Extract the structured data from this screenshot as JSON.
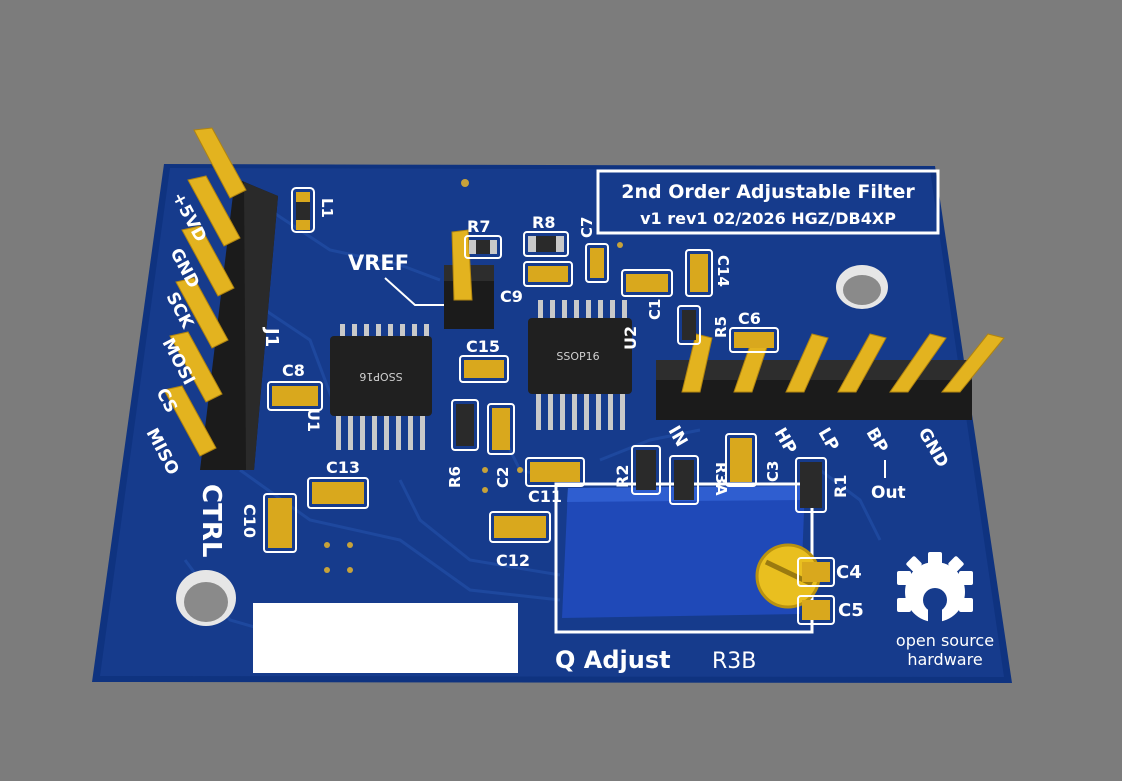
{
  "board": {
    "title": "2nd Order Adjustable Filter",
    "revision": "v1 rev1 02/2026 HGZ/DB4XP",
    "colors": {
      "background": "#7c7c7c",
      "pcb": "#123a86",
      "silkscreen": "#ffffff",
      "gold": "#e1b21e",
      "trimmer": "#1f49b8"
    }
  },
  "labels": {
    "vref": "VREF",
    "j1": "J1",
    "ctrl": "CTRL",
    "out": "Out",
    "q_adjust": "Q Adjust",
    "r3b": "R3B"
  },
  "ctrl_pins": [
    "+5VD",
    "GND",
    "SCK",
    "MOSI",
    "CS",
    "MISO"
  ],
  "analog_pins": [
    "IN",
    "HP",
    "LP",
    "BP",
    "GND"
  ],
  "chips": {
    "u1": "SSOP16",
    "u2": "SSOP16"
  },
  "refdes": {
    "l1": "L1",
    "r7": "R7",
    "r8": "R8",
    "c7": "C7",
    "c9": "C9",
    "c14": "C14",
    "c1": "C1",
    "u2": "U2",
    "r5": "R5",
    "c6": "C6",
    "c15": "C15",
    "c8": "C8",
    "u1": "U1",
    "r6": "R6",
    "c2": "C2",
    "c13": "C13",
    "c10": "C10",
    "c11": "C11",
    "c12": "C12",
    "r2": "R2",
    "r3a": "R3A",
    "c3": "C3",
    "r1": "R1",
    "c4": "C4",
    "c5": "C5"
  },
  "logo": {
    "line1": "open source",
    "line2": "hardware"
  }
}
